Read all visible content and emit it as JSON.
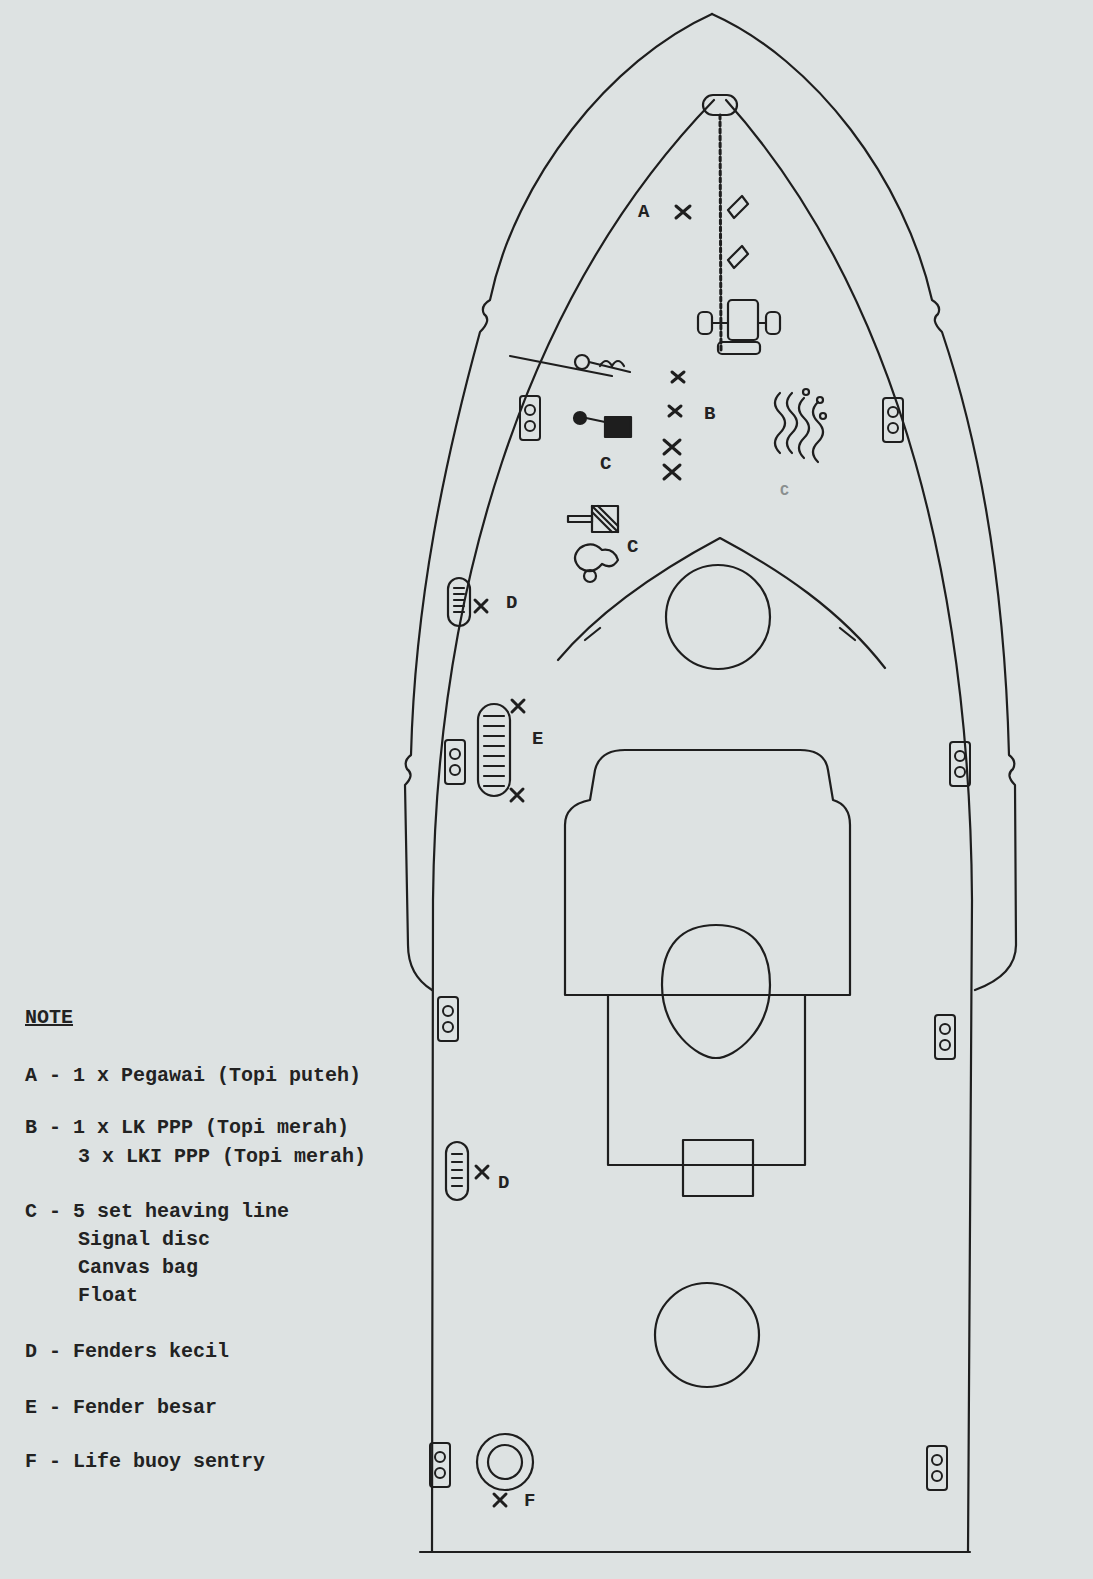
{
  "diagram": {
    "labels": [
      "A",
      "B",
      "C",
      "C",
      "C",
      "D",
      "E",
      "D",
      "F",
      "NOTE",
      "A - 1 x Pegawai (Topi puteh)",
      "B - 1 x LK PPP (Topi merah)",
      "3 x LKI PPP (Topi merah)",
      "C - 5 set heaving line",
      "Signal disc",
      "Canvas bag",
      "Float",
      "D - Fenders kecil",
      "E - Fender besar",
      "F - Life buoy sentry"
    ]
  }
}
